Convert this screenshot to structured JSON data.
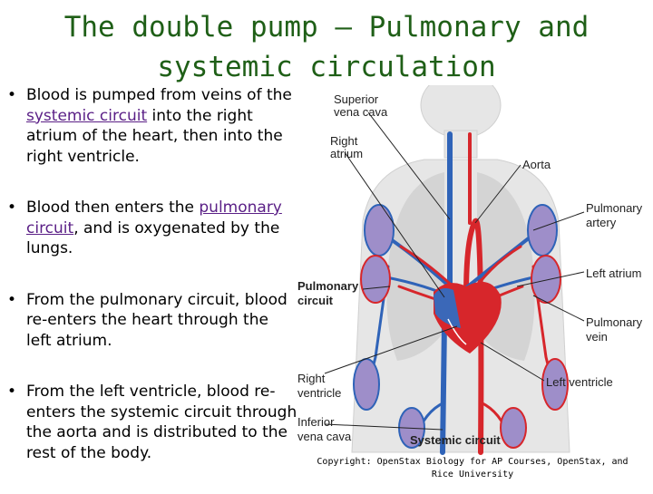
{
  "title": {
    "line1": "The double pump – Pulmonary and",
    "line2": "systemic circulation"
  },
  "bullets": [
    {
      "before": "Blood is pumped from veins of the ",
      "link": "systemic circuit",
      "after": " into the right atrium of the heart, then into the right ventricle."
    },
    {
      "before": "Blood then enters the ",
      "link": "pulmonary circuit",
      "after": ", and is oxygenated by the lungs."
    },
    {
      "before": "From the pulmonary circuit, blood re-enters the heart through the left atrium.",
      "link": "",
      "after": ""
    },
    {
      "before": "From the left ventricle, blood re-enters the systemic circuit through the aorta and is distributed to the rest of the body.",
      "link": "",
      "after": ""
    }
  ],
  "diagram": {
    "superior_vena_cava_1": "Superior",
    "superior_vena_cava_2": "vena cava",
    "right_atrium_1": "Right",
    "right_atrium_2": "atrium",
    "aorta": "Aorta",
    "pulmonary_artery_1": "Pulmonary",
    "pulmonary_artery_2": "artery",
    "left_atrium": "Left atrium",
    "pulmonary_circuit_1": "Pulmonary",
    "pulmonary_circuit_2": "circuit",
    "pulmonary_vein_1": "Pulmonary",
    "pulmonary_vein_2": "vein",
    "right_ventricle_1": "Right",
    "right_ventricle_2": "ventricle",
    "left_ventricle": "Left ventricle",
    "inferior_vena_cava_1": "Inferior",
    "inferior_vena_cava_2": "vena cava",
    "systemic_circuit": "Systemic circuit"
  },
  "colors": {
    "title": "#1f5f17",
    "link": "#5a1f86",
    "oxygenated": "#d7262b",
    "deoxygenated": "#2f63b8"
  },
  "copyright": "Copyright: OpenStax Biology for AP Courses, OpenStax, and Rice University"
}
